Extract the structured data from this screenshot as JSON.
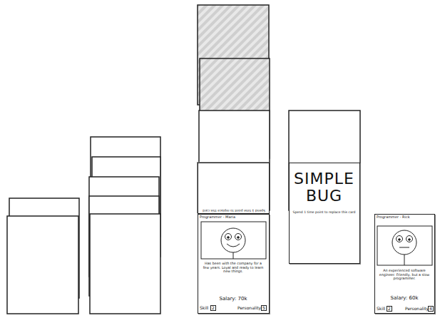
{
  "diagram": {
    "nodes": [
      {
        "text": [
          "Spend 1 time point to replace this card"
        ]
      },
      {
        "text": [
          "SIMPLE BUG",
          "Spend 1 time point to replace this card"
        ]
      },
      {
        "text": [
          "Programmer - Maria",
          "Has been with the company for a few years. Loyal and ready to learn new things.",
          "Salary: 70k",
          "Skill",
          "2",
          "Personality",
          "5"
        ]
      },
      {
        "text": [
          "Programmer - Rick",
          "An experienced software engineer. Friendly, but a slow programmer.",
          "Salary: 60k",
          "Skill",
          "2",
          "Personality",
          "4"
        ]
      }
    ]
  }
}
